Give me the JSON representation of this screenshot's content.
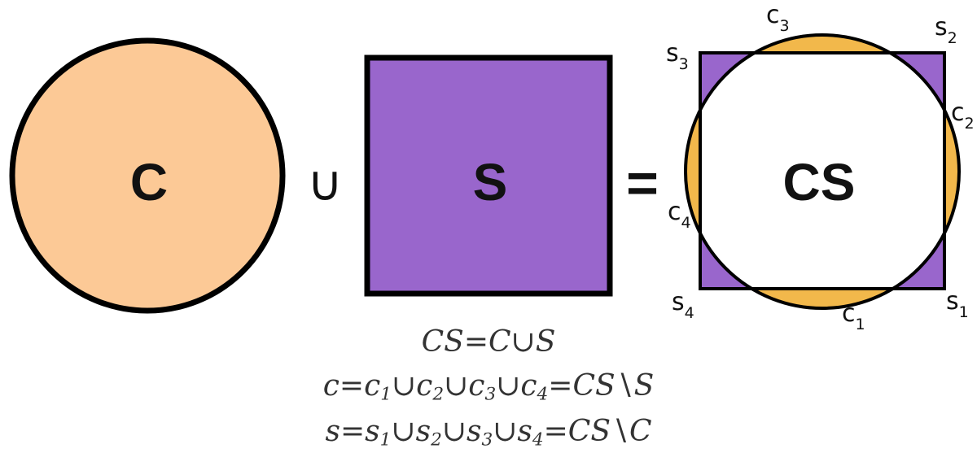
{
  "colors": {
    "circle_fill": "#fcc996",
    "square_fill": "#9966cc",
    "lens_fill": "#f2b84b",
    "stroke": "#000000"
  },
  "left_circle": {
    "label": "C"
  },
  "union_symbol": "∪",
  "square": {
    "label": "S"
  },
  "equals_symbol": "=",
  "result": {
    "label": "CS",
    "point_labels": [
      {
        "base": "s",
        "sub": "1"
      },
      {
        "base": "s",
        "sub": "2"
      },
      {
        "base": "s",
        "sub": "3"
      },
      {
        "base": "s",
        "sub": "4"
      },
      {
        "base": "c",
        "sub": "1"
      },
      {
        "base": "c",
        "sub": "2"
      },
      {
        "base": "c",
        "sub": "3"
      },
      {
        "base": "c",
        "sub": "4"
      }
    ]
  },
  "formulas": [
    {
      "parts": [
        {
          "t": "CS"
        },
        {
          "t": "=",
          "op": true
        },
        {
          "t": "C"
        },
        {
          "t": "∪",
          "op": true
        },
        {
          "t": "S"
        }
      ]
    },
    {
      "parts": [
        {
          "t": "c"
        },
        {
          "t": "=",
          "op": true
        },
        {
          "t": "c",
          "sub": "1"
        },
        {
          "t": "∪",
          "op": true
        },
        {
          "t": "c",
          "sub": "2"
        },
        {
          "t": "∪",
          "op": true
        },
        {
          "t": "c",
          "sub": "3"
        },
        {
          "t": "∪",
          "op": true
        },
        {
          "t": "c",
          "sub": "4"
        },
        {
          "t": "=",
          "op": true
        },
        {
          "t": "CS"
        },
        {
          "t": "∖",
          "op": true
        },
        {
          "t": "S"
        }
      ]
    },
    {
      "parts": [
        {
          "t": "s"
        },
        {
          "t": "=",
          "op": true
        },
        {
          "t": "s",
          "sub": "1"
        },
        {
          "t": "∪",
          "op": true
        },
        {
          "t": "s",
          "sub": "2"
        },
        {
          "t": "∪",
          "op": true
        },
        {
          "t": "s",
          "sub": "3"
        },
        {
          "t": "∪",
          "op": true
        },
        {
          "t": "s",
          "sub": "4"
        },
        {
          "t": "=",
          "op": true
        },
        {
          "t": "CS"
        },
        {
          "t": "∖",
          "op": true
        },
        {
          "t": "C"
        }
      ]
    }
  ]
}
